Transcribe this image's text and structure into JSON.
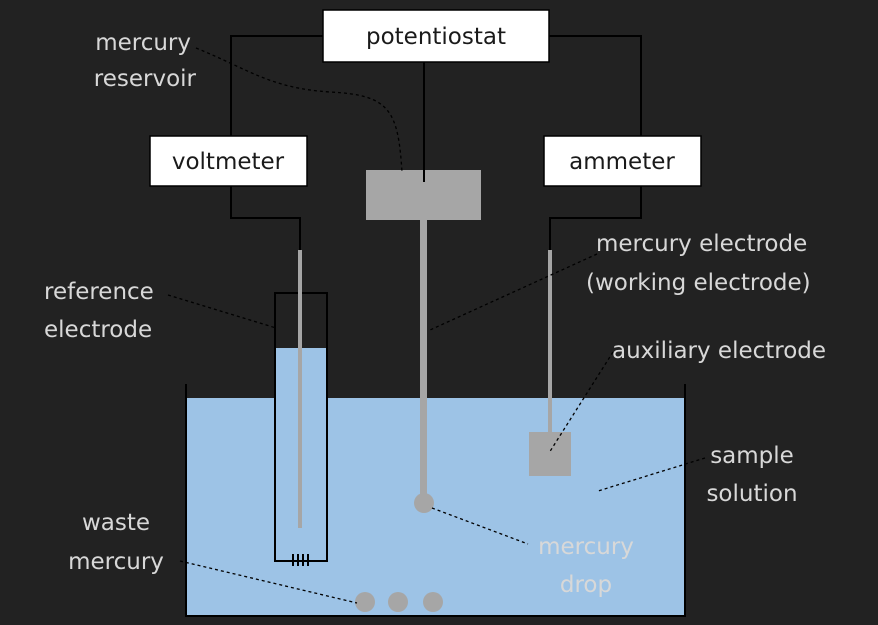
{
  "boxes": {
    "potentiostat": "potentiostat",
    "voltmeter": "voltmeter",
    "ammeter": "ammeter"
  },
  "labels": {
    "mercury_reservoir": [
      "mercury",
      "reservoir"
    ],
    "reference_electrode": [
      "reference",
      "electrode"
    ],
    "mercury_electrode": [
      "mercury electrode",
      "(working electrode)"
    ],
    "auxiliary_electrode": [
      "auxiliary electrode"
    ],
    "sample_solution": [
      "sample",
      "solution"
    ],
    "waste_mercury": [
      "waste",
      "mercury"
    ],
    "mercury_drop": [
      "mercury",
      "drop"
    ]
  },
  "colors": {
    "background": "#222222",
    "solution": "#9dc3e6",
    "gray": "#a6a6a6",
    "wire": "#000000",
    "box": "#ffffff",
    "label_text": "#d8d8d8"
  }
}
